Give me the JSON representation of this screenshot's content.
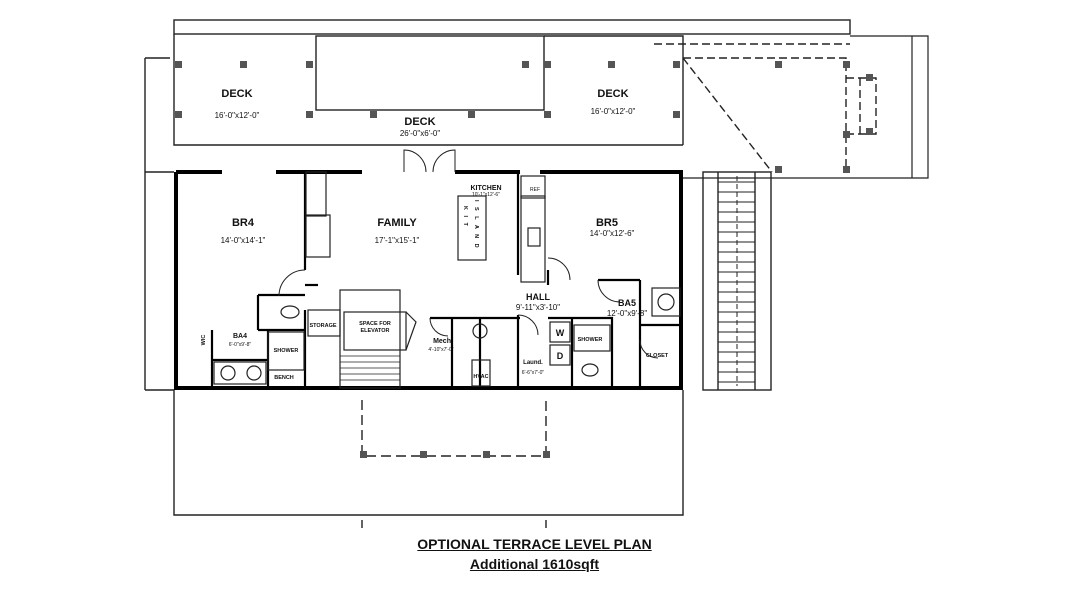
{
  "rooms": {
    "deck_left": {
      "name": "DECK",
      "dim": "16'-0\"x12'-0\""
    },
    "deck_center": {
      "name": "DECK",
      "dim": "26'-0\"x6'-0\""
    },
    "deck_right": {
      "name": "DECK",
      "dim": "16'-0\"x12'-0\""
    },
    "br4": {
      "name": "BR4",
      "dim": "14'-0\"x14'-1\""
    },
    "family": {
      "name": "FAMILY",
      "dim": "17'-1\"x15'-1\""
    },
    "kitchen": {
      "name": "KITCHEN",
      "dim": "10'-1\"x12'-6\""
    },
    "br5": {
      "name": "BR5",
      "dim": "14'-0\"x12'-6\""
    },
    "hall": {
      "name": "HALL",
      "dim": "9'-11\"x3'-10\""
    },
    "ba5": {
      "name": "BA5",
      "dim": "12'-0\"x9'-8\""
    },
    "ba4": {
      "name": "BA4",
      "dim": "6'-0\"x9'-8\""
    },
    "mech": {
      "name": "Mech.",
      "dim": "4'-10\"x7'-0\""
    },
    "laund": {
      "name": "Laund.",
      "dim": "6'-6\"x7'-0\""
    }
  },
  "fixtures": {
    "ref": "REF",
    "kit_island": "K I T",
    "island": "I S L A N D",
    "storage": "STORAGE",
    "elevator_1": "SPACE FOR",
    "elevator_2": "ELEVATOR",
    "shower_ba4": "SHOWER",
    "bench": "BENCH",
    "shower_ba5": "SHOWER",
    "closet": "CLOSET",
    "hvac": "HVAC",
    "washer": "W",
    "dryer": "D",
    "wic": "WIC"
  },
  "caption": {
    "title": "OPTIONAL TERRACE LEVEL PLAN",
    "area": "Additional 1610sqft"
  }
}
